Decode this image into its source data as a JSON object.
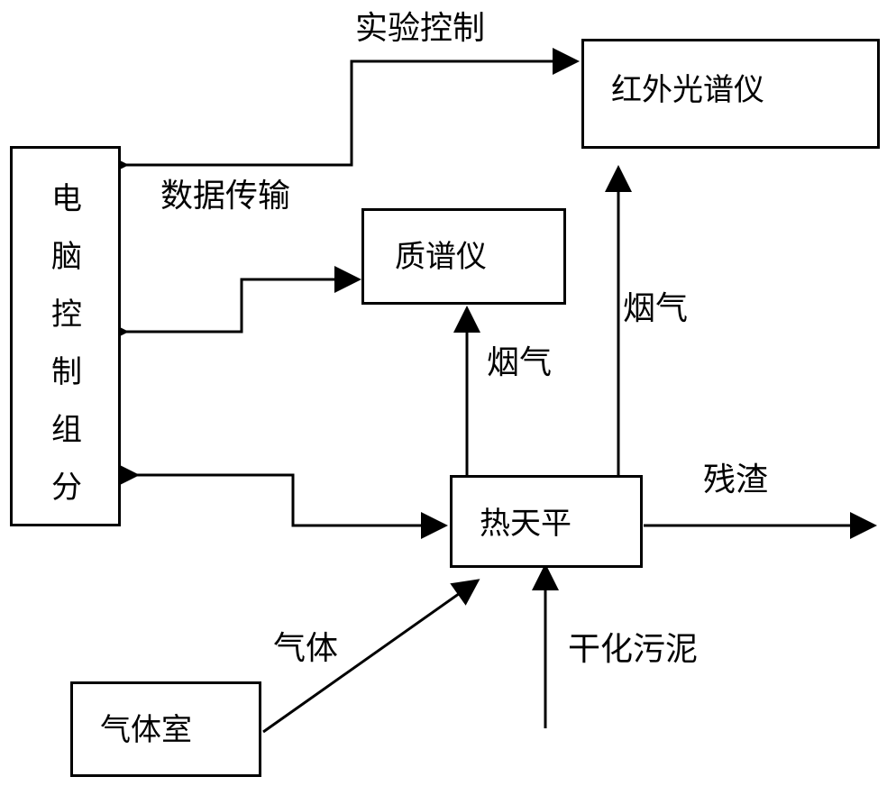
{
  "nodes": {
    "computer": {
      "label_chars": [
        "电",
        "脑",
        "控",
        "制",
        "组",
        "分"
      ]
    },
    "ir_spectrometer": {
      "label": "红外光谱仪"
    },
    "mass_spectrometer": {
      "label": "质谱仪"
    },
    "thermobalance": {
      "label": "热天平"
    },
    "gas_chamber": {
      "label": "气体室"
    }
  },
  "edges": {
    "experiment_control": "实验控制",
    "data_transfer": "数据传输",
    "flue_gas_ms": "烟气",
    "flue_gas_ir": "烟气",
    "residue": "残渣",
    "dried_sludge": "干化污泥",
    "gas": "气体"
  }
}
